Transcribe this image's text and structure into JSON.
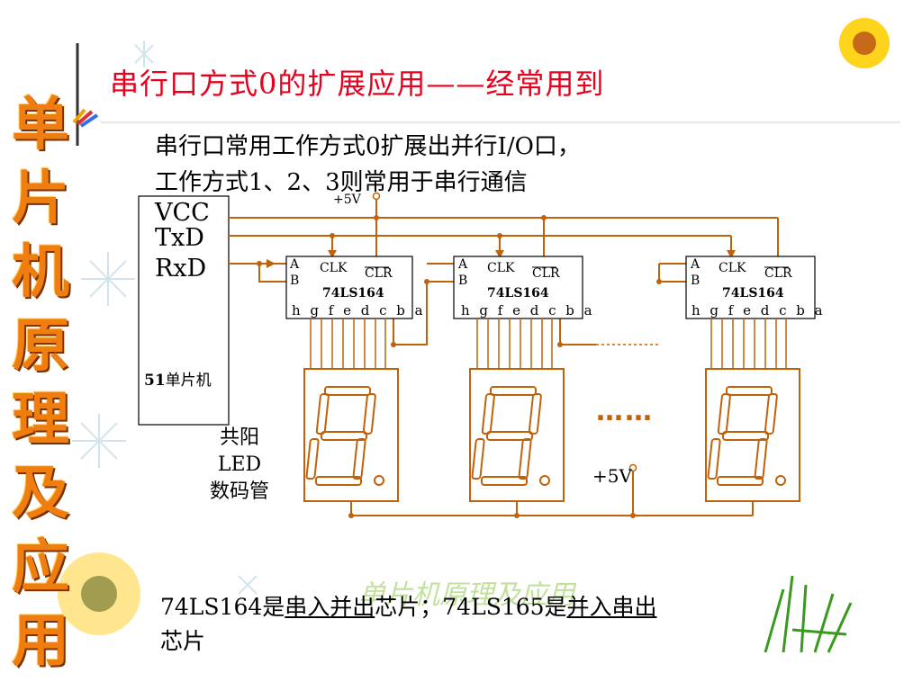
{
  "slide": {
    "title": "串行口方式0的扩展应用——经常用到",
    "vertical_title": [
      "单",
      "片",
      "机",
      "原",
      "理",
      "及",
      "应",
      "用"
    ],
    "intro_line1": "串行口常用工作方式0扩展出并行I/O口，",
    "intro_line2": "工作方式1、2、3则常用于串行通信",
    "watermark": "单片机原理及应用",
    "bottom": {
      "part1": "74LS164是",
      "part2": "串入并出",
      "part3": "芯片；74LS165是",
      "part4": "并入串出",
      "part5": "芯片"
    }
  },
  "diagram": {
    "mcu": {
      "pin_vcc": "VCC",
      "pin_txd": "TxD",
      "pin_rxd": "RxD",
      "label_num": "51",
      "label_text": "单片机"
    },
    "vcc_label": "+5V",
    "vcc_label_bottom": "+5V",
    "chip": {
      "a": "A",
      "b": "B",
      "clk": "CLK",
      "clr": "CLR",
      "name": "74LS164",
      "pins": "h g f e d c b a"
    },
    "led_label": [
      "共阳",
      "LED",
      "数码管"
    ],
    "ellipsis": "……",
    "colors": {
      "wire": "#c0620a",
      "box": "#000000",
      "segment": "#c0620a",
      "title": "#e8001c",
      "vertical_title": "#f07d10"
    }
  }
}
